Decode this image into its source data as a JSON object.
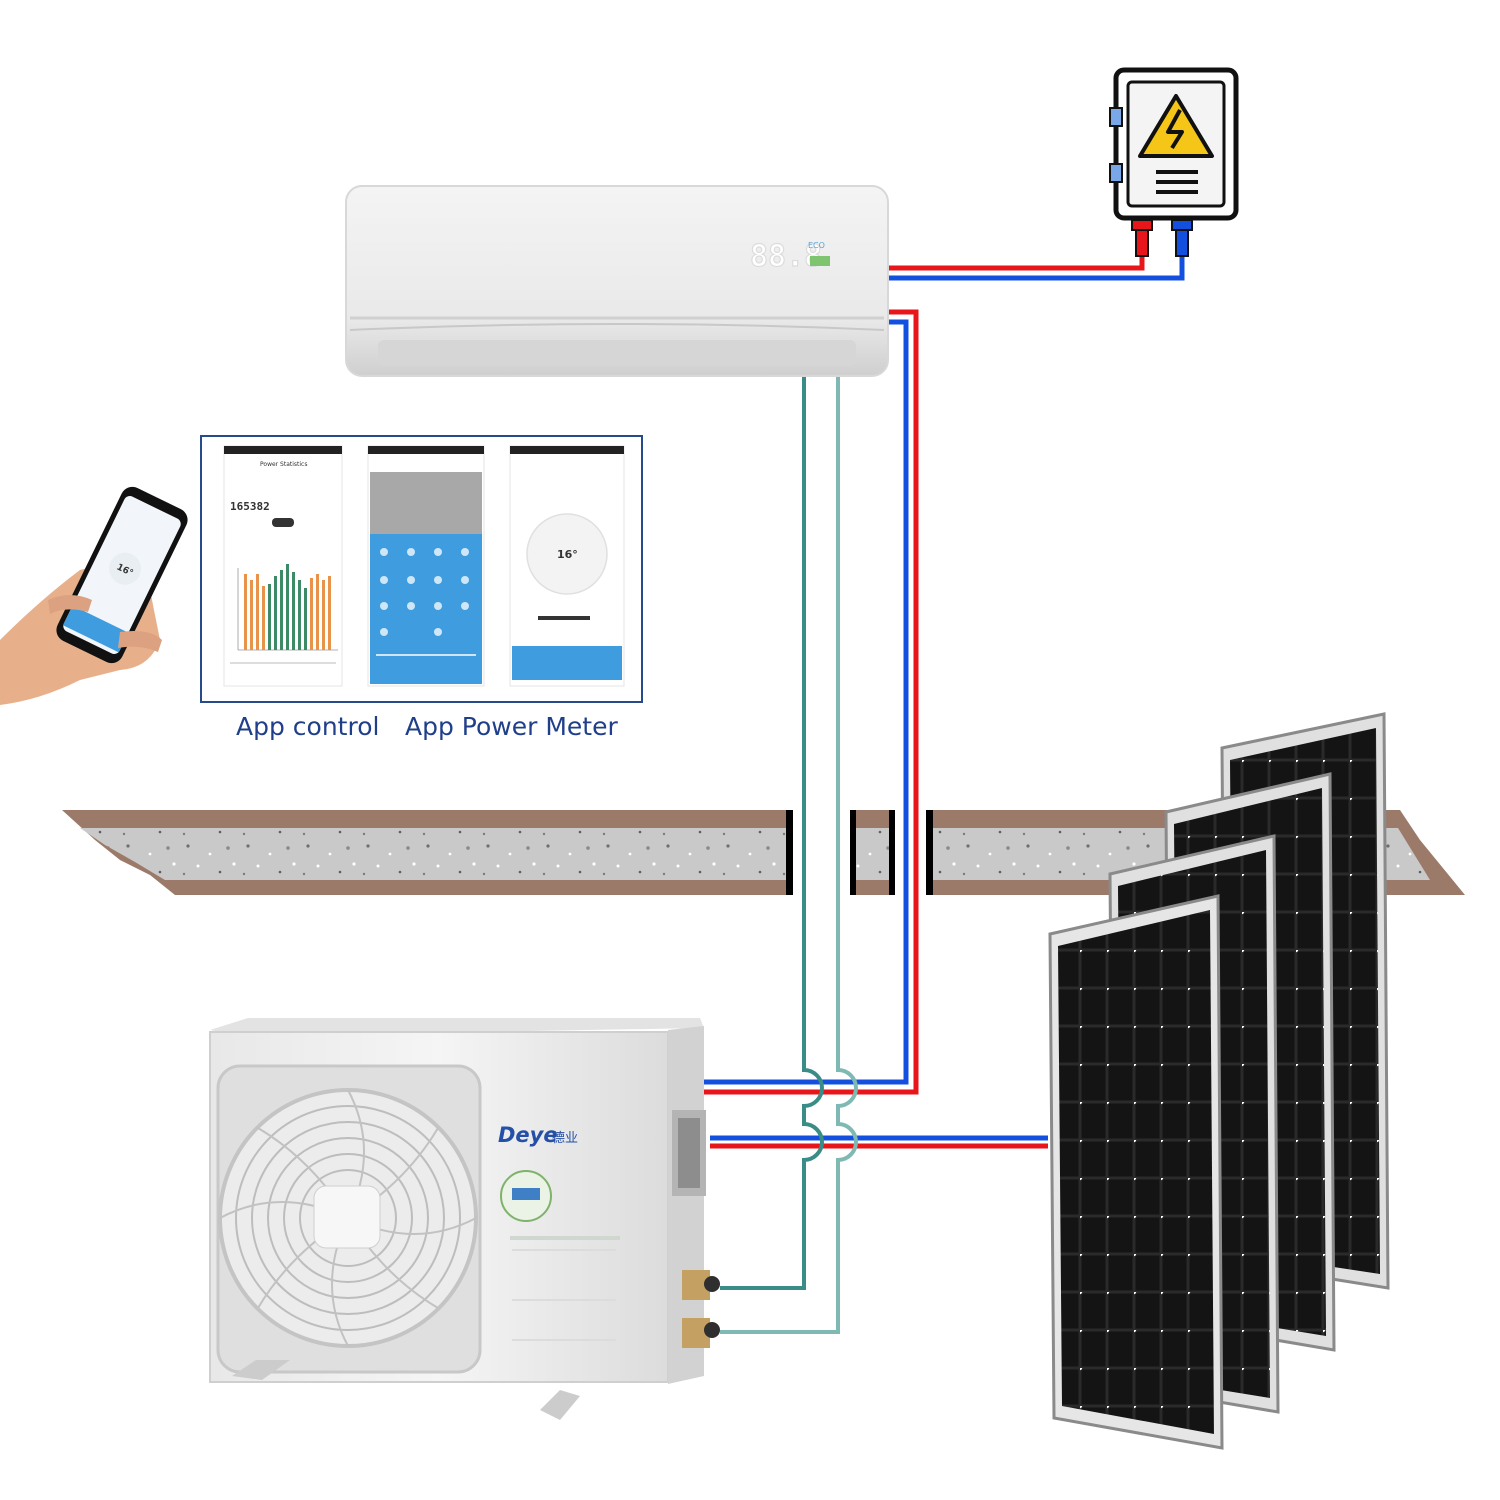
{
  "indoor_unit": {
    "display": "88.8",
    "eco_badge": "ECO"
  },
  "outdoor_unit": {
    "brand": "Deye",
    "brand_cn": "德业"
  },
  "app_panel": {
    "screens": [
      {
        "title": "Power Statistics",
        "reading": "165382"
      },
      {
        "title": ""
      },
      {
        "title": "",
        "temperature": "16°"
      }
    ]
  },
  "phone": {
    "temperature": "16°"
  },
  "captions": {
    "app_control": "App control",
    "app_power_meter": "App Power Meter"
  },
  "colors": {
    "positive_wire": "#e8151b",
    "negative_wire": "#1450e0",
    "refrigerant_pipe_a": "#3a8d86",
    "refrigerant_pipe_b": "#7fb9b4"
  },
  "icons": {
    "grid": "electrical-panel-icon"
  }
}
